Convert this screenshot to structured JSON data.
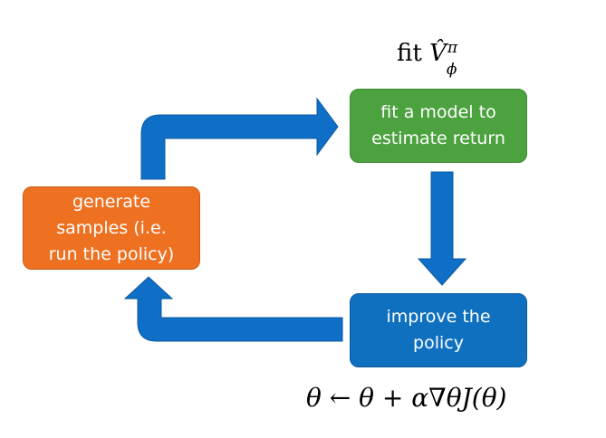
{
  "nodes": {
    "generate": {
      "label": "generate\nsamples (i.e.\nrun the policy)",
      "color": "#ee7122"
    },
    "fit": {
      "label": "fit a model to\nestimate return",
      "color": "#4ba23e"
    },
    "improve": {
      "label": "improve the\npolicy",
      "color": "#1070c0"
    }
  },
  "annotations": {
    "fit_prefix": "fit",
    "fit_symbol": "V̂",
    "fit_superscript": "π",
    "fit_subscript": "ϕ",
    "update_rule": "θ ← θ + α∇θJ(θ)"
  },
  "arrow_color": "#0f6fc6"
}
